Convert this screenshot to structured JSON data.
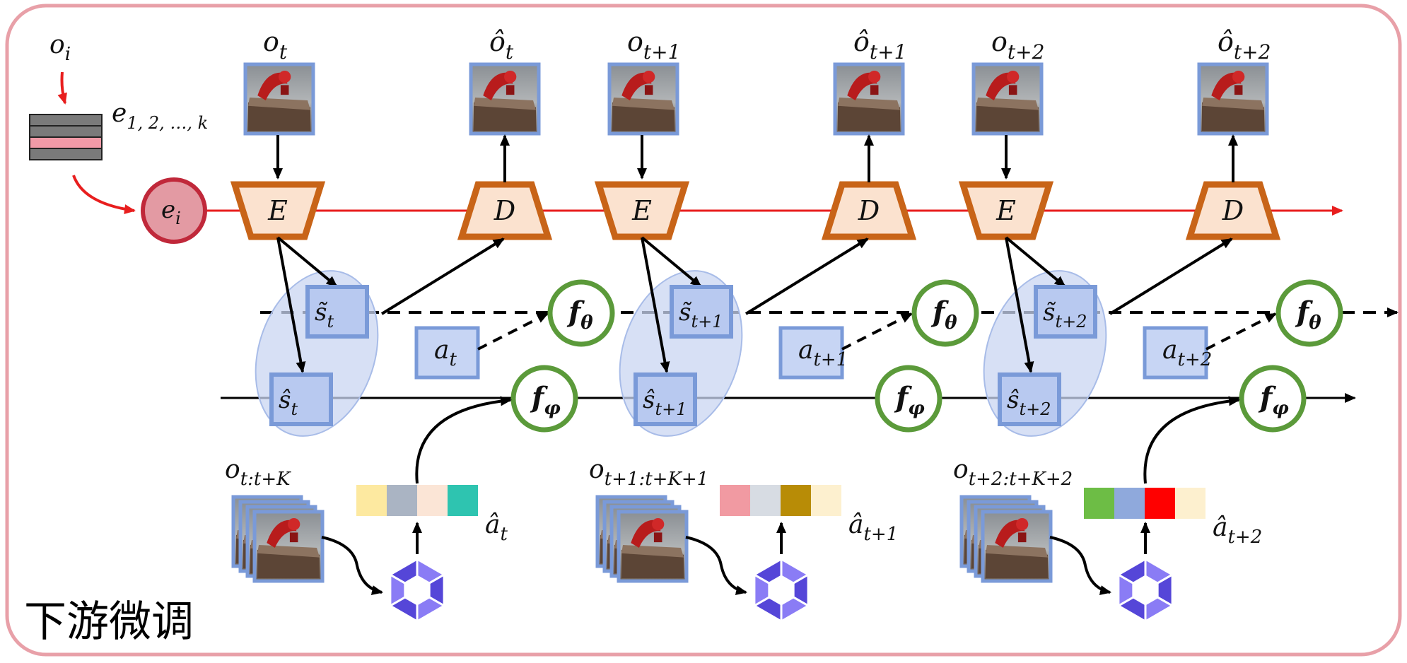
{
  "caption": "下游微调",
  "embedding": {
    "input_label": "o",
    "input_sub": "i",
    "bank_label": "e",
    "bank_sub": "1, 2, …, k",
    "node_label": "e",
    "node_sub": "i"
  },
  "encoder_label": "E",
  "decoder_label": "D",
  "prior_label": "f",
  "prior_sub": "θ",
  "posterior_label": "f",
  "posterior_sub": "φ",
  "steps": [
    {
      "obs": "o",
      "obs_sub": "t",
      "recon": "ô",
      "recon_sub": "t",
      "s_tilde": "s̃",
      "s_tilde_sub": "t",
      "s_hat": "ŝ",
      "s_hat_sub": "t",
      "action": "a",
      "action_sub": "t",
      "window": "o",
      "window_sub": "t:t+K",
      "pred_action": "â",
      "pred_action_sub": "t",
      "token_colors": [
        "#fde9a0",
        "#aab4c3",
        "#fbe5d6",
        "#2ec4b0"
      ]
    },
    {
      "obs": "o",
      "obs_sub": "t+1",
      "recon": "ô",
      "recon_sub": "t+1",
      "s_tilde": "s̃",
      "s_tilde_sub": "t+1",
      "s_hat": "ŝ",
      "s_hat_sub": "t+1",
      "action": "a",
      "action_sub": "t+1",
      "window": "o",
      "window_sub": "t+1:t+K+1",
      "pred_action": "â",
      "pred_action_sub": "t+1",
      "token_colors": [
        "#f19aa2",
        "#d7dce3",
        "#b88c06",
        "#fdf0cf"
      ]
    },
    {
      "obs": "o",
      "obs_sub": "t+2",
      "recon": "ô",
      "recon_sub": "t+2",
      "s_tilde": "s̃",
      "s_tilde_sub": "t+2",
      "s_hat": "ŝ",
      "s_hat_sub": "t+2",
      "action": "a",
      "action_sub": "t+2",
      "window": "o",
      "window_sub": "t+2:t+K+2",
      "pred_action": "â",
      "pred_action_sub": "t+2",
      "token_colors": [
        "#6dbd45",
        "#8fa9dc",
        "#ff0000",
        "#fdf0cf"
      ]
    }
  ],
  "colors": {
    "frame": "#e8a0a8",
    "red_line": "#e81e1e",
    "encoder_fill": "#fbe2cf",
    "encoder_stroke": "#c86418",
    "state_fill": "#b8c9f0",
    "state_stroke": "#7a9ad8",
    "group_fill": "#c9d6f2",
    "fnode_stroke": "#5b9a3a",
    "node_red": "#e39aa3",
    "node_red_stroke": "#c0283a",
    "model_icon": "#6b5ce7"
  }
}
